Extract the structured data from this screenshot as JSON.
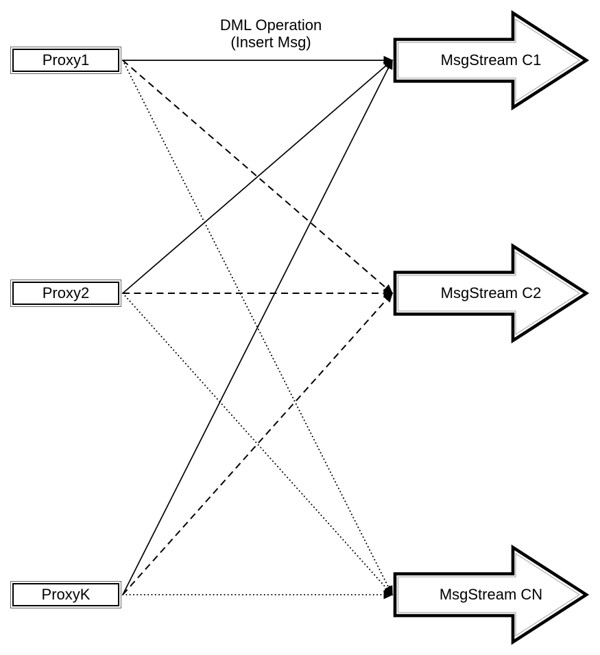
{
  "title_label": {
    "line1": "DML Operation",
    "line2": "(Insert Msg)"
  },
  "nodes": {
    "proxies": [
      {
        "label": "Proxy1"
      },
      {
        "label": "Proxy2"
      },
      {
        "label": "ProxyK"
      }
    ],
    "streams": [
      {
        "label": "MsgStream C1"
      },
      {
        "label": "MsgStream C2"
      },
      {
        "label": "MsgStream CN"
      }
    ]
  },
  "edges": [
    {
      "from": "Proxy1",
      "to": "MsgStream C1",
      "style": "solid"
    },
    {
      "from": "Proxy2",
      "to": "MsgStream C1",
      "style": "solid"
    },
    {
      "from": "ProxyK",
      "to": "MsgStream C1",
      "style": "solid"
    },
    {
      "from": "Proxy1",
      "to": "MsgStream C2",
      "style": "dashed"
    },
    {
      "from": "Proxy2",
      "to": "MsgStream C2",
      "style": "dashed"
    },
    {
      "from": "ProxyK",
      "to": "MsgStream C2",
      "style": "dashed"
    },
    {
      "from": "Proxy1",
      "to": "MsgStream CN",
      "style": "dotted"
    },
    {
      "from": "Proxy2",
      "to": "MsgStream CN",
      "style": "dotted"
    },
    {
      "from": "ProxyK",
      "to": "MsgStream CN",
      "style": "dotted"
    }
  ],
  "colors": {
    "stroke": "#000000",
    "node_fill": "#ffffff",
    "background": "#ffffff",
    "inner_line": "#9e9e9e"
  }
}
